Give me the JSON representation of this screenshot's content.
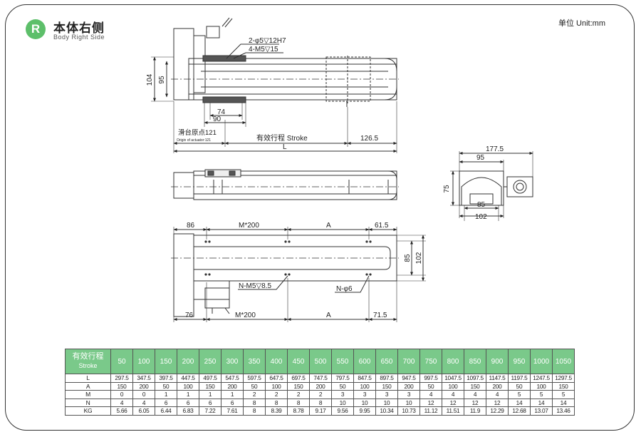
{
  "header": {
    "badge_letter": "R",
    "title_cn": "本体右侧",
    "title_en": "Body Right Side",
    "unit_label": "单位 Unit:mm"
  },
  "drawing": {
    "view1": {
      "hole_spec_1": "2-φ5▽12H7",
      "hole_spec_2": "4-M5▽15",
      "dim_104": "104",
      "dim_95": "95",
      "dim_74": "74",
      "dim_90": "90",
      "origin_label_cn": "滑台原点121",
      "origin_label_en": "Origin of actuator:121",
      "stroke_label": "有效行程 Stroke",
      "dim_126_5": "126.5",
      "dim_L": "L"
    },
    "end_view": {
      "dim_177_5": "177.5",
      "dim_95": "95",
      "dim_75": "75",
      "dim_85": "85",
      "dim_102": "102"
    },
    "bottom_view": {
      "dim_86": "86",
      "dim_M200_top": "M*200",
      "dim_A_top": "A",
      "dim_61_5": "61.5",
      "dim_85": "85",
      "dim_102": "102",
      "callout_m5": "N-M5▽8.5",
      "callout_phi6": "N-φ6",
      "dim_76": "76",
      "dim_M200_bottom": "M*200",
      "dim_A_bottom": "A",
      "dim_71_5": "71.5"
    }
  },
  "table": {
    "header_label_cn": "有效行程",
    "header_label_en": "Stroke",
    "strokes": [
      "50",
      "100",
      "150",
      "200",
      "250",
      "300",
      "350",
      "400",
      "450",
      "500",
      "550",
      "600",
      "650",
      "700",
      "750",
      "800",
      "850",
      "900",
      "950",
      "1000",
      "1050"
    ],
    "rows": [
      {
        "label": "L",
        "values": [
          "297.5",
          "347.5",
          "397.5",
          "447.5",
          "497.5",
          "547.5",
          "597.5",
          "647.5",
          "697.5",
          "747.5",
          "797.5",
          "847.5",
          "897.5",
          "947.5",
          "997.5",
          "1047.5",
          "1097.5",
          "1147.5",
          "1197.5",
          "1247.5",
          "1297.5"
        ]
      },
      {
        "label": "A",
        "values": [
          "150",
          "200",
          "50",
          "100",
          "150",
          "200",
          "50",
          "100",
          "150",
          "200",
          "50",
          "100",
          "150",
          "200",
          "50",
          "100",
          "150",
          "200",
          "50",
          "100",
          "150"
        ]
      },
      {
        "label": "M",
        "values": [
          "0",
          "0",
          "1",
          "1",
          "1",
          "1",
          "2",
          "2",
          "2",
          "2",
          "3",
          "3",
          "3",
          "3",
          "4",
          "4",
          "4",
          "4",
          "5",
          "5",
          "5"
        ]
      },
      {
        "label": "N",
        "values": [
          "4",
          "4",
          "6",
          "6",
          "6",
          "6",
          "8",
          "8",
          "8",
          "8",
          "10",
          "10",
          "10",
          "10",
          "12",
          "12",
          "12",
          "12",
          "14",
          "14",
          "14"
        ]
      },
      {
        "label": "KG",
        "values": [
          "5.66",
          "6.05",
          "6.44",
          "6.83",
          "7.22",
          "7.61",
          "8",
          "8.39",
          "8.78",
          "9.17",
          "9.56",
          "9.95",
          "10.34",
          "10.73",
          "11.12",
          "11.51",
          "11.9",
          "12.29",
          "12.68",
          "13.07",
          "13.46"
        ]
      }
    ],
    "colors": {
      "header_bg": "#7ac98a",
      "header_text": "#ffffff"
    }
  },
  "colors": {
    "badge": "#5dbf6a",
    "line": "#333333"
  }
}
